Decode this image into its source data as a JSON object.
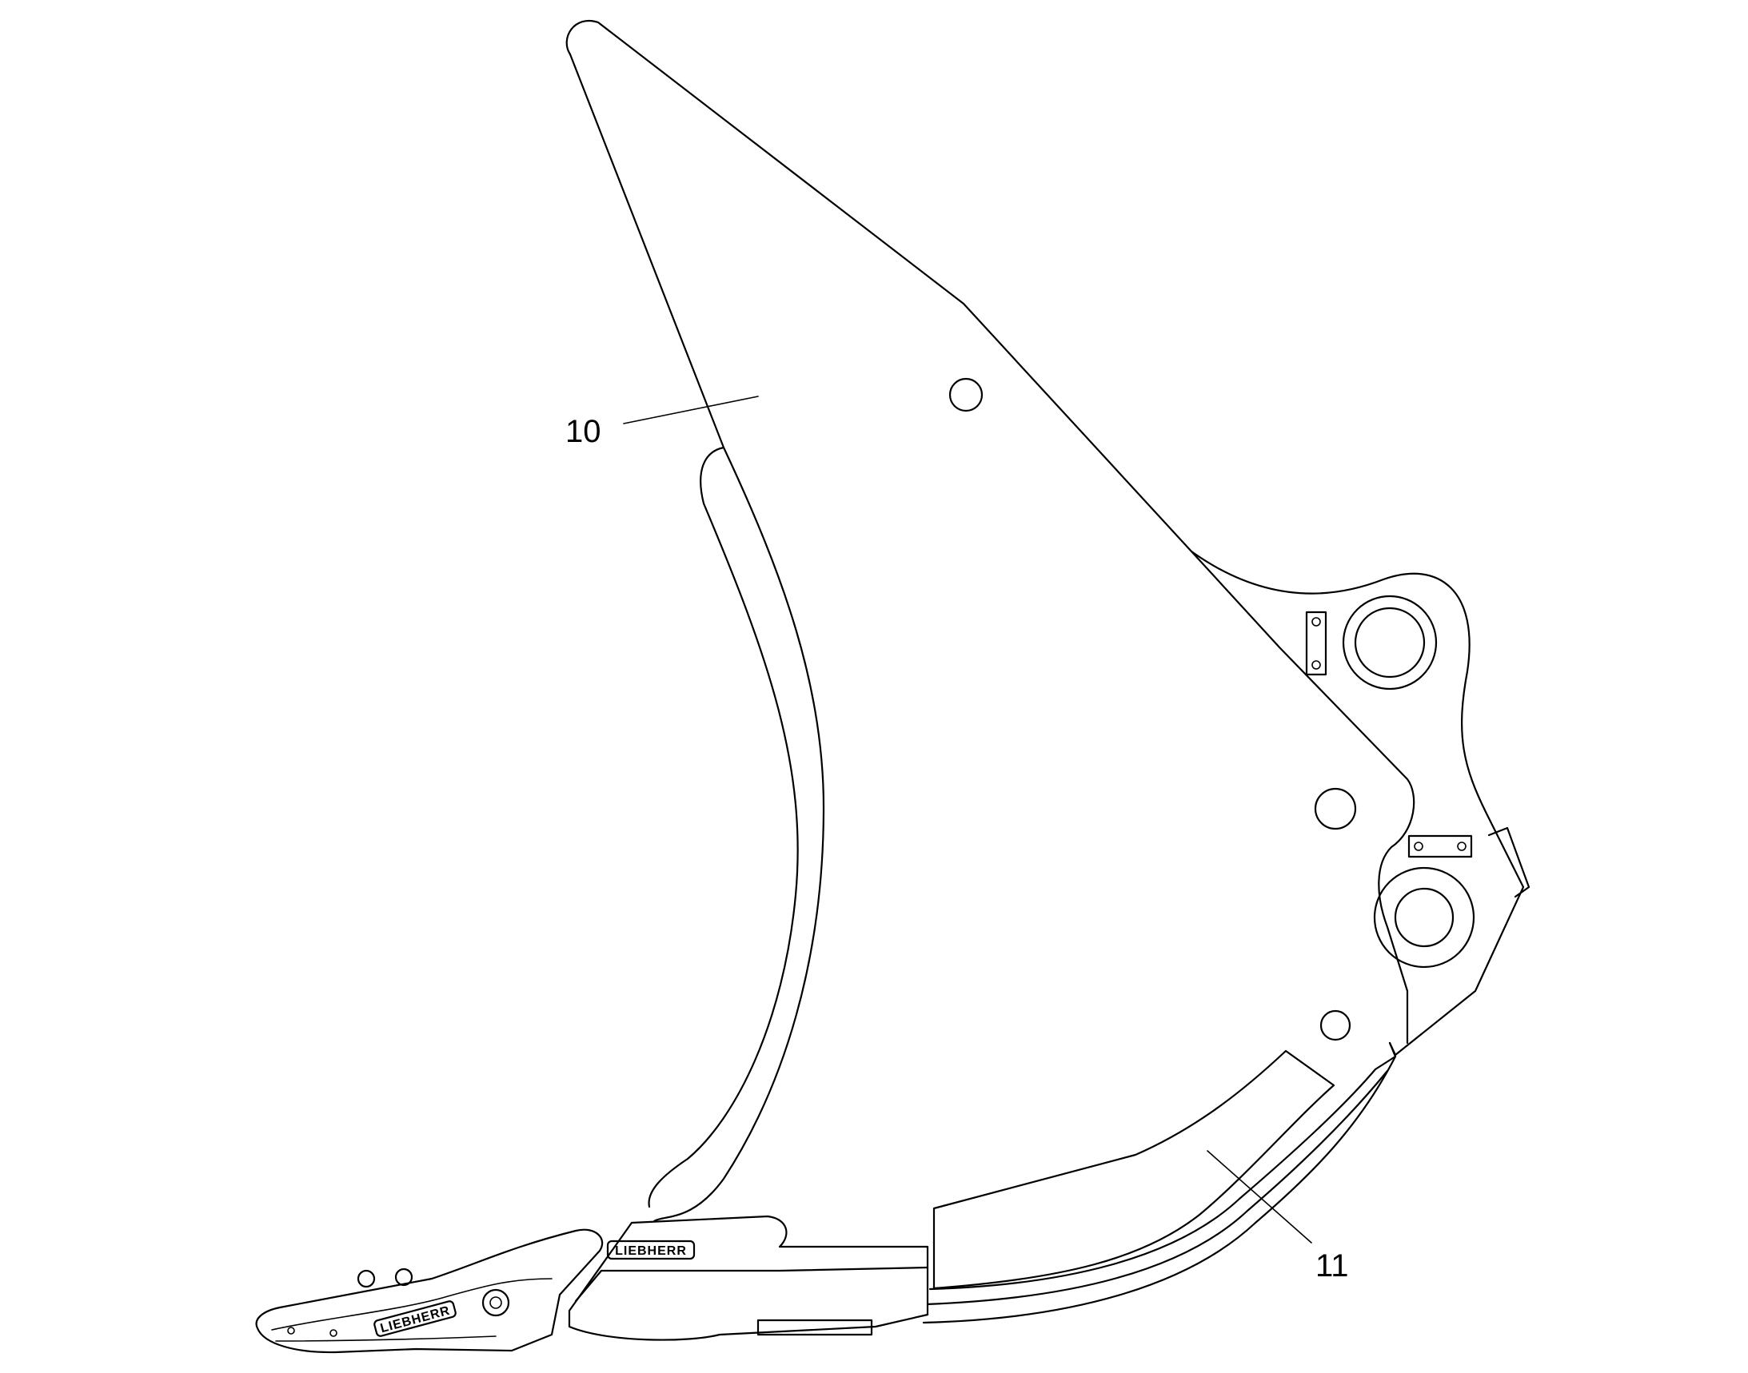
{
  "callouts": {
    "label_10": "10",
    "label_11": "11"
  },
  "tooth": {
    "brand_tip": "LIEBHERR",
    "brand_adapter": "LIEBHERR"
  },
  "colors": {
    "line": "#000000",
    "background": "#ffffff"
  }
}
